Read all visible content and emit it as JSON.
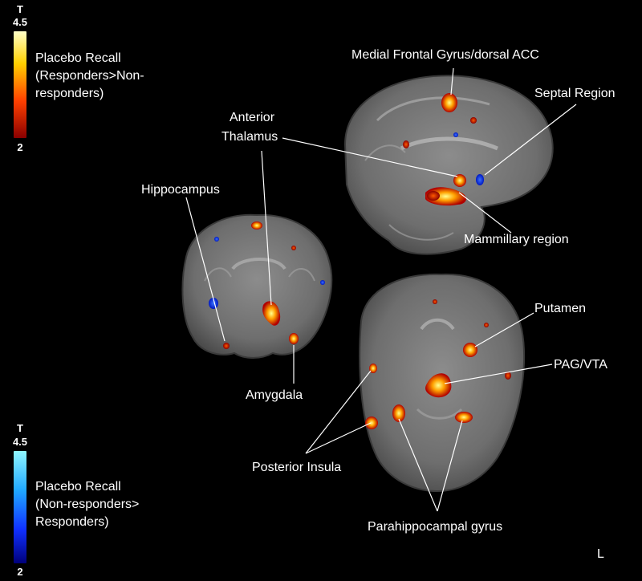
{
  "colorbars": {
    "warm": {
      "stat": "T",
      "max": "4.5",
      "min": "2",
      "caption": "Placebo Recall\n(Responders>Non-\nresponders)",
      "colors": [
        "#ffffc8",
        "#ffd000",
        "#ff4000",
        "#8a0000"
      ]
    },
    "cool": {
      "stat": "T",
      "max": "4.5",
      "min": "2",
      "caption": "Placebo Recall\n(Non-responders>\nResponders)",
      "colors": [
        "#8ff6ff",
        "#20a8ff",
        "#1030ff",
        "#00007a"
      ]
    }
  },
  "labels": {
    "medial_frontal": "Medial Frontal Gyrus/dorsal ACC",
    "septal": "Septal Region",
    "anterior_thalamus_1": "Anterior",
    "anterior_thalamus_2": "Thalamus",
    "hippocampus": "Hippocampus",
    "mammillary": "Mammillary region",
    "putamen": "Putamen",
    "pag_vta": "PAG/VTA",
    "amygdala": "Amygdala",
    "posterior_insula": "Posterior Insula",
    "parahippocampal": "Parahippocampal gyrus",
    "orientation": "L"
  }
}
